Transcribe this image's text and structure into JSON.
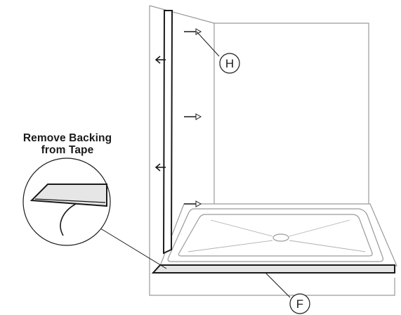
{
  "callout": {
    "line1": "Remove Backing",
    "line2": "from Tape"
  },
  "labels": {
    "h": "H",
    "f": "F"
  },
  "colors": {
    "line": "#1a1a1a",
    "wall_stroke": "#9a9a9a",
    "strip_fill": "#e6e6e6",
    "fill": "#ffffff"
  },
  "icons": {
    "arrow": "arrow-left-icon",
    "screw": "screw-icon"
  }
}
